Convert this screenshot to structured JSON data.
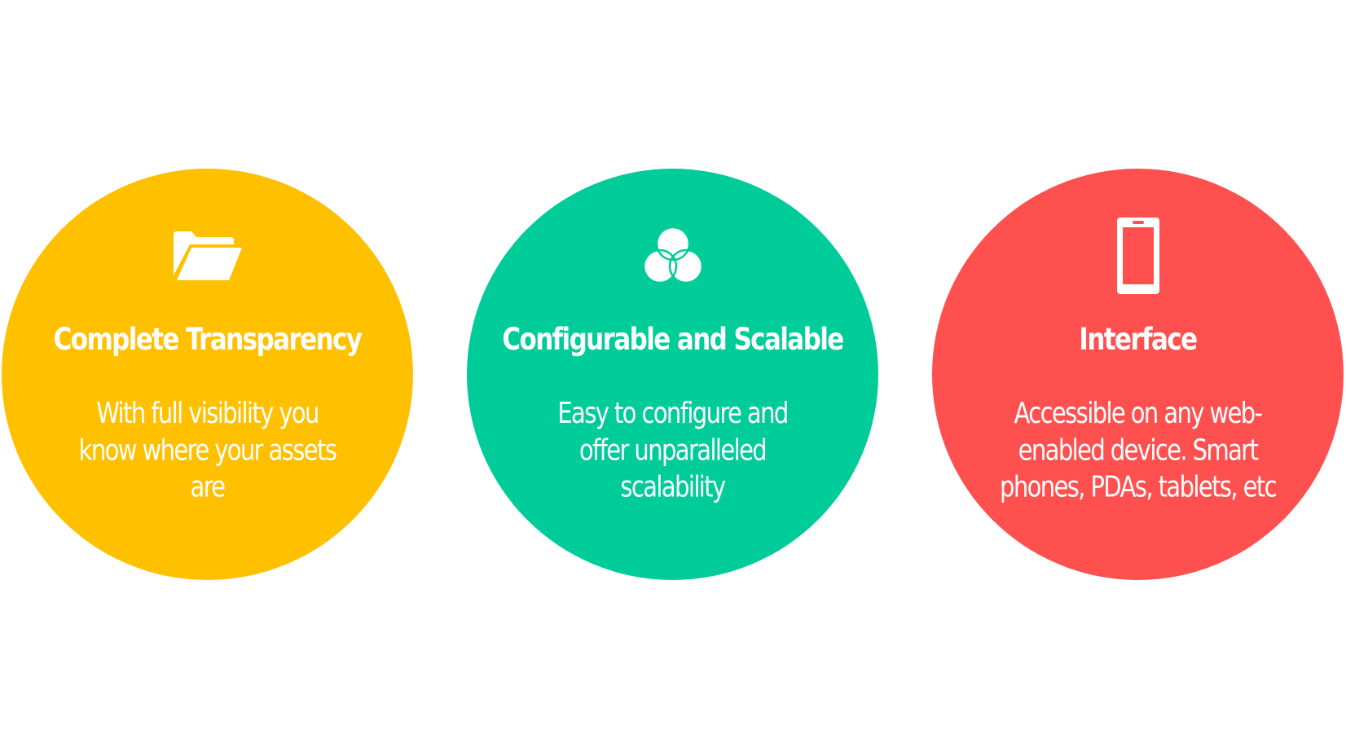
{
  "colors": {
    "yellow": "#FFC000",
    "green": "#00CC99",
    "red": "#FF5050",
    "text": "#FFFFFF"
  },
  "features": [
    {
      "icon": "folder-open-icon",
      "title": "Complete Transparency",
      "description": "With full visibility you know where your assets are"
    },
    {
      "icon": "venn-diagram-icon",
      "title": "Configurable and Scalable",
      "description": "Easy to configure and offer unparalleled scalability"
    },
    {
      "icon": "mobile-phone-icon",
      "title": "Interface",
      "description": "Accessible on any web-enabled device. Smart phones, PDAs, tablets, etc"
    }
  ]
}
